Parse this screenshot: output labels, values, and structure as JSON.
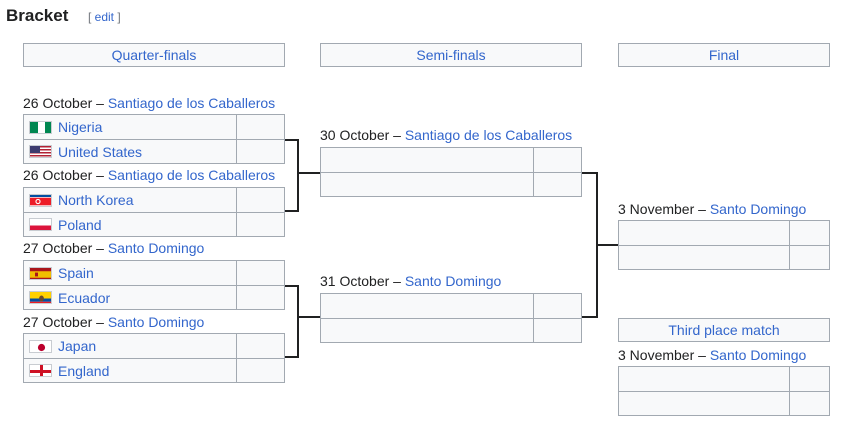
{
  "page": {
    "heading": "Bracket",
    "edit_open": "[ ",
    "edit_label": "edit",
    "edit_close": " ]"
  },
  "rounds": {
    "quarterfinals": "Quarter-finals",
    "semifinals": "Semi-finals",
    "final": "Final",
    "third_place": "Third place match"
  },
  "matches": {
    "qf1": {
      "date": "26 October",
      "sep": " – ",
      "venue": "Santiago de los Caballeros",
      "team1": "Nigeria",
      "team2": "United States",
      "score1": "",
      "score2": ""
    },
    "qf2": {
      "date": "26 October",
      "sep": " – ",
      "venue": "Santiago de los Caballeros",
      "team1": "North Korea",
      "team2": "Poland",
      "score1": "",
      "score2": ""
    },
    "qf3": {
      "date": "27 October",
      "sep": " – ",
      "venue": "Santo Domingo",
      "team1": "Spain",
      "team2": "Ecuador",
      "score1": "",
      "score2": ""
    },
    "qf4": {
      "date": "27 October",
      "sep": " – ",
      "venue": "Santo Domingo",
      "team1": "Japan",
      "team2": "England",
      "score1": "",
      "score2": ""
    },
    "sf1": {
      "date": "30 October",
      "sep": " – ",
      "venue": "Santiago de los Caballeros",
      "team1": "",
      "team2": "",
      "score1": "",
      "score2": ""
    },
    "sf2": {
      "date": "31 October",
      "sep": " – ",
      "venue": "Santo Domingo",
      "team1": "",
      "team2": "",
      "score1": "",
      "score2": ""
    },
    "final": {
      "date": "3 November",
      "sep": " – ",
      "venue": "Santo Domingo",
      "team1": "",
      "team2": "",
      "score1": "",
      "score2": ""
    },
    "third": {
      "date": "3 November",
      "sep": " – ",
      "venue": "Santo Domingo",
      "team1": "",
      "team2": "",
      "score1": "",
      "score2": ""
    }
  },
  "flags": {
    "nigeria": "nigeria-flag-icon",
    "united_states": "united-states-flag-icon",
    "north_korea": "north-korea-flag-icon",
    "poland": "poland-flag-icon",
    "spain": "spain-flag-icon",
    "ecuador": "ecuador-flag-icon",
    "japan": "japan-flag-icon",
    "england": "england-flag-icon"
  },
  "colors": {
    "link": "#3366cc",
    "border": "#a2a9b1",
    "cell_bg": "#f8f9fa",
    "connector": "#202122"
  }
}
